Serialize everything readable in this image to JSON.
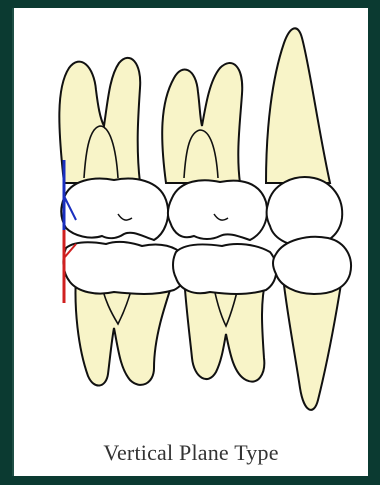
{
  "caption": "Vertical Plane Type",
  "colors": {
    "frame": "#0b3a31",
    "panel": "#ffffff",
    "tooth_fill": "#f8f4c8",
    "crown_fill": "#ffffff",
    "outline": "#111111",
    "plane_upper": "#1a2fbf",
    "plane_lower": "#d02020"
  },
  "diagram": {
    "teeth": [
      {
        "name": "upper-molar-left",
        "icon": "tooth-outline"
      },
      {
        "name": "upper-molar-right",
        "icon": "tooth-outline"
      },
      {
        "name": "upper-canine",
        "icon": "tooth-outline"
      },
      {
        "name": "lower-molar-left",
        "icon": "tooth-outline"
      },
      {
        "name": "lower-molar-right",
        "icon": "tooth-outline"
      },
      {
        "name": "lower-canine",
        "icon": "tooth-outline"
      }
    ],
    "plane_marker": {
      "upper_color_key": "plane_upper",
      "lower_color_key": "plane_lower"
    }
  }
}
